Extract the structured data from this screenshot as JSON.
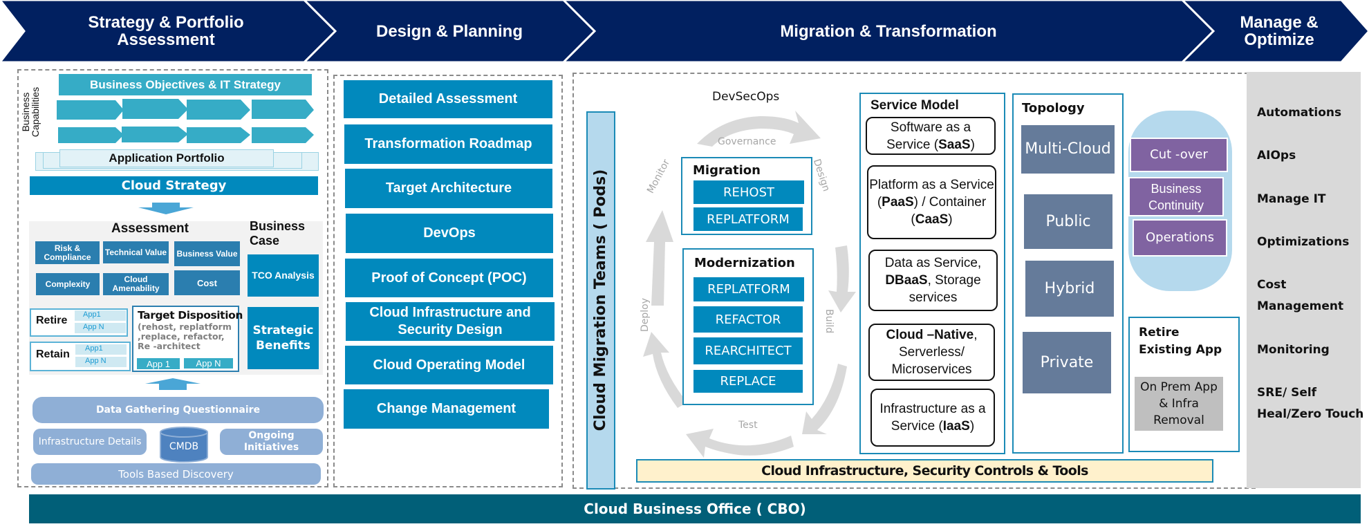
{
  "phases": [
    {
      "title": "Strategy & Portfolio Assessment"
    },
    {
      "title": "Design  & Planning"
    },
    {
      "title": "Migration & Transformation"
    },
    {
      "title": "Manage & Optimize"
    }
  ],
  "colors": {
    "header_navy": "#012060",
    "teal": "#36acc6",
    "blue": "#0189bd",
    "assessment_blue": "#2b7eaf",
    "topology_slate": "#657b9a",
    "purple": "#8063a1",
    "cbo_teal": "#015f78",
    "infra_yellow": "#fff1cc",
    "manage_gray": "#d9d9d9"
  },
  "strategy": {
    "business_capabilities_label": "Business Capabilities",
    "business_objectives": "Business Objectives & IT Strategy",
    "application_portfolio": "Application Portfolio",
    "cloud_strategy": "Cloud Strategy",
    "assessment": {
      "title": "Assessment",
      "items": [
        "Risk & Compliance",
        "Technical Value",
        "Business Value",
        "Complexity",
        "Cloud Amenability",
        "Cost"
      ]
    },
    "business_case": {
      "title": "Business Case",
      "items": [
        "TCO Analysis",
        "Strategic Benefits"
      ]
    },
    "retire": {
      "label": "Retire",
      "apps": [
        "App1",
        "App N"
      ]
    },
    "retain": {
      "label": "Retain",
      "apps": [
        "App1",
        "App N"
      ]
    },
    "target_disposition": {
      "title": "Target Disposition",
      "detail": "(rehost, replatform ,replace, refactor, Re -architect",
      "apps": [
        "App 1",
        "App N"
      ]
    },
    "data_gathering": "Data Gathering  Questionnaire",
    "infrastructure_details": "Infrastructure Details",
    "cmdb": "CMDB",
    "ongoing_initiatives": "Ongoing Initiatives",
    "tools_discovery": "Tools Based Discovery"
  },
  "design": {
    "items": [
      "Detailed Assessment",
      "Transformation  Roadmap",
      "Target Architecture",
      "DevOps",
      "Proof of Concept (POC)",
      "Cloud Infrastructure and Security Design",
      "Cloud Operating Model",
      "Change Management"
    ]
  },
  "migration": {
    "teams_label": "Cloud Migration  Teams ( Pods)",
    "devsecops": "DevSecOps",
    "cycle": {
      "governance": "Governance",
      "design": "Design",
      "build": "Build",
      "test": "Test",
      "deploy": "Deploy",
      "monitor": "Monitor"
    },
    "migration_box": {
      "title": "Migration",
      "items": [
        "REHOST",
        "REPLATFORM"
      ]
    },
    "modernization_box": {
      "title": "Modernization",
      "items": [
        "REPLATFORM",
        "REFACTOR",
        "REARCHITECT",
        "REPLACE"
      ]
    },
    "service_model": {
      "title": "Service Model",
      "items": [
        {
          "pre": "Software as a Service (",
          "bold": "SaaS",
          "post": ")"
        },
        {
          "pre": "Platform as a Service (",
          "bold": "PaaS",
          "mid": ") / Container (",
          "bold2": "CaaS",
          "post": ")"
        },
        {
          "pre": "Data as Service, ",
          "bold": "DBaaS",
          "post": ", Storage services"
        },
        {
          "bold": "Cloud –Native",
          "post": ", Serverless/ Microservices"
        },
        {
          "pre": "Infrastructure as a Service (",
          "bold": "IaaS",
          "post": ")"
        }
      ]
    },
    "topology": {
      "title": "Topology",
      "items": [
        "Multi-Cloud",
        "Public",
        "Hybrid",
        "Private"
      ]
    },
    "transition": {
      "items": [
        "Cut -over",
        "Business Continuity",
        "Operations"
      ]
    },
    "retire_existing": {
      "title": "Retire  Existing App",
      "item": "On Prem App & Infra Removal"
    },
    "infra_bar": "Cloud Infrastructure, Security Controls & Tools"
  },
  "manage": {
    "items": [
      "Automations",
      "AIOps",
      "Manage IT",
      "Optimizations",
      "Cost Management",
      "Monitoring",
      "SRE/ Self Heal/Zero Touch"
    ]
  },
  "cbo": "Cloud Business Office ( CBO)"
}
